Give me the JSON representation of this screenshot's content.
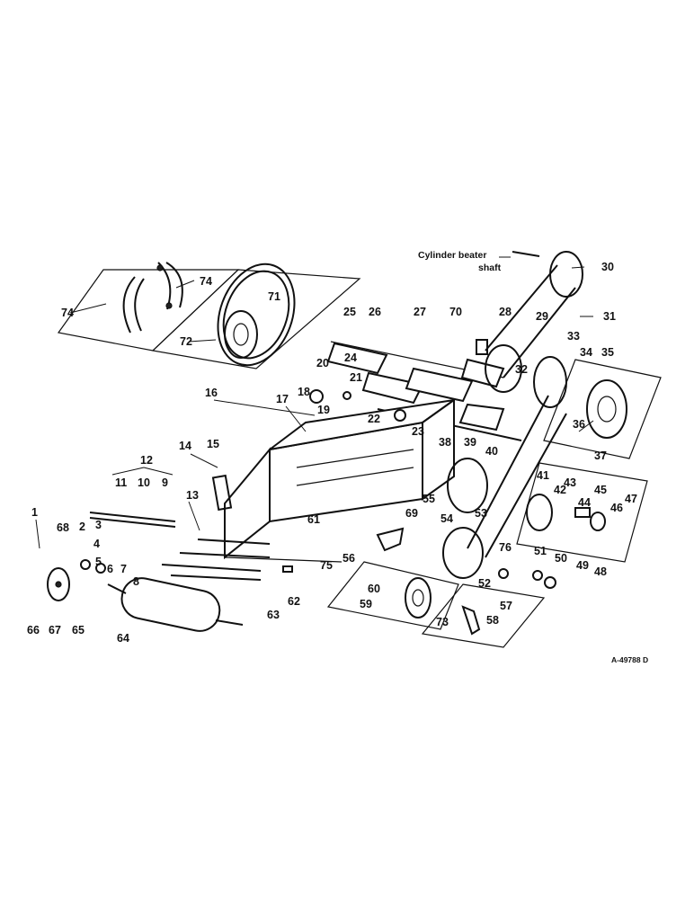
{
  "figure_ref": "A-49788 D",
  "note": {
    "line1": "Cylinder beater",
    "line2": "shaft"
  },
  "callouts": [
    "1",
    "2",
    "3",
    "4",
    "5",
    "6",
    "7",
    "8",
    "9",
    "10",
    "11",
    "12",
    "13",
    "14",
    "15",
    "16",
    "17",
    "18",
    "19",
    "20",
    "21",
    "22",
    "23",
    "24",
    "25",
    "26",
    "27",
    "28",
    "29",
    "30",
    "31",
    "32",
    "33",
    "34",
    "35",
    "36",
    "37",
    "38",
    "39",
    "40",
    "41",
    "42",
    "43",
    "44",
    "45",
    "46",
    "47",
    "48",
    "49",
    "50",
    "51",
    "52",
    "53",
    "54",
    "55",
    "56",
    "57",
    "58",
    "59",
    "60",
    "61",
    "62",
    "63",
    "64",
    "65",
    "66",
    "67",
    "68",
    "69",
    "70",
    "71",
    "72",
    "73",
    "74"
  ],
  "colors": {
    "ink": "#111111",
    "paper": "#ffffff"
  }
}
